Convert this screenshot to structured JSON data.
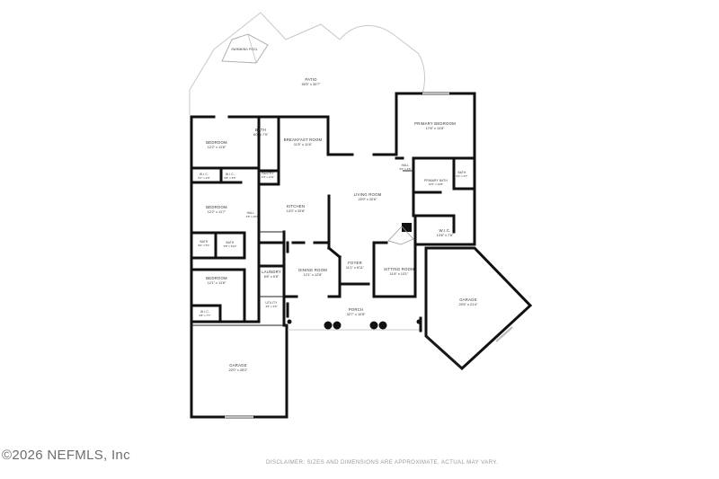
{
  "copyright": "©2026 NEFMLS, Inc",
  "disclaimer": "DISCLAIMER: SIZES AND DIMENSIONS ARE APPROXIMATE, ACTUAL MAY VARY.",
  "rooms": {
    "swimming_pool": {
      "name": "SWIMMING POOL"
    },
    "patio": {
      "name": "PATIO",
      "dims": "50'5\" x 30'7\""
    },
    "bath_top": {
      "name": "BATH",
      "dims": "8'0\" x 7'5\""
    },
    "breakfast_room": {
      "name": "BREAKFAST ROOM",
      "dims": "11'5\" x 11'6\""
    },
    "bedroom_1": {
      "name": "BEDROOM",
      "dims": "12'2\" x 11'8\""
    },
    "wic_1": {
      "name": "W.I.C.",
      "dims": "6'1\" x 2'9\""
    },
    "wic_2": {
      "name": "W.I.C.",
      "dims": "5'8\" x 5'5\""
    },
    "pantry": {
      "name": "PANTRY",
      "dims": "3'4\" x 2'11\""
    },
    "bedroom_2": {
      "name": "BEDROOM",
      "dims": "12'2\" x 11'7\""
    },
    "hall": {
      "name": "HALL",
      "dims": "3'5\" x 16'8\""
    },
    "kitchen": {
      "name": "KITCHEN",
      "dims": "13'3\" x 20'8\""
    },
    "living_room": {
      "name": "LIVING ROOM",
      "dims": "20'9\" x 20'6\""
    },
    "bath_mid_a": {
      "name": "BATH",
      "dims": "8'4\" x 5'1\""
    },
    "bath_mid_b": {
      "name": "BATH",
      "dims": "5'8\" x 6'10\""
    },
    "bedroom_3": {
      "name": "BEDROOM",
      "dims": "12'1\" x 11'8\""
    },
    "wic_3": {
      "name": "W.I.C.",
      "dims": "6'8\" x 7'7\""
    },
    "laundry": {
      "name": "LAUNDRY",
      "dims": "6'8\" x 6'8\""
    },
    "utility": {
      "name": "UTILITY",
      "dims": "3'6\" x 4'6\""
    },
    "dining_room": {
      "name": "DINING ROOM",
      "dims": "12'1\" x 12'8\""
    },
    "foyer": {
      "name": "FOYER",
      "dims": "11'1\" x 8'11\""
    },
    "sitting_room": {
      "name": "SITTING ROOM",
      "dims": "11'6\" x 13'1\""
    },
    "primary_bedroom": {
      "name": "PRIMARY BEDROOM",
      "dims": "17'8\" x 14'8\""
    },
    "hall_right": {
      "name": "HALL",
      "dims": "6'4\" x 4'6\""
    },
    "bath_right": {
      "name": "BATH",
      "dims": "6'2\" x 6'7\""
    },
    "primary_bath": {
      "name": "PRIMARY BATH",
      "dims": "13'4\" x 10'8\""
    },
    "wic_right": {
      "name": "W.I.C.",
      "dims": "13'8\" x 7'8\""
    },
    "porch": {
      "name": "PORCH",
      "dims": "32'7\" x 10'8\""
    },
    "garage_right": {
      "name": "GARAGE",
      "dims": "20'5\" x 21'4\""
    },
    "garage_left": {
      "name": "GARAGE",
      "dims": "22'0\" x 28'2\""
    }
  }
}
